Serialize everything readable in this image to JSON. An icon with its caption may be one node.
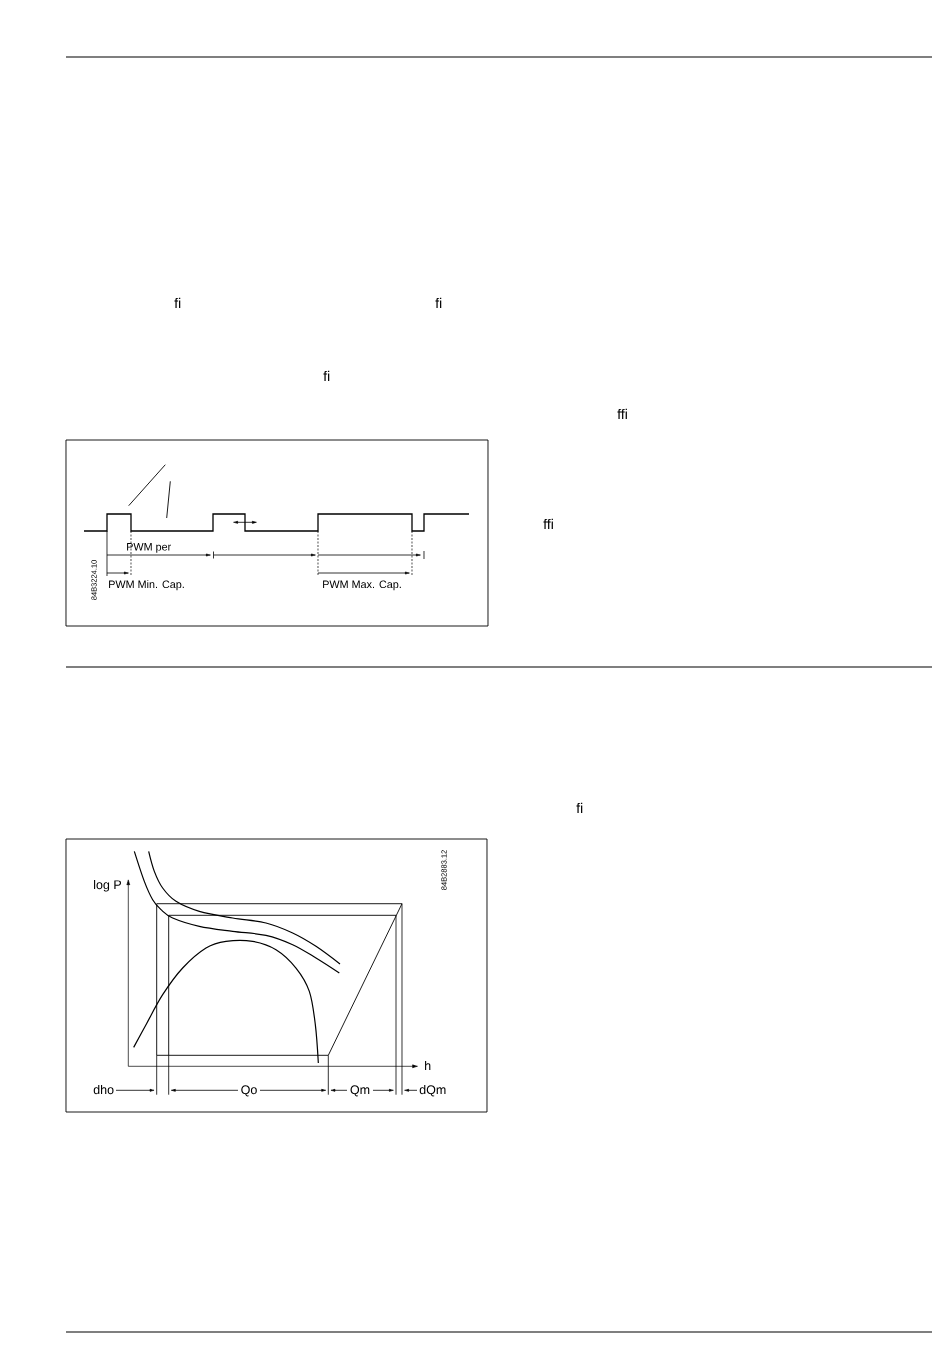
{
  "diagram": {
    "labels": [
      "fi",
      "fi",
      "fi",
      "ffi",
      "ffi",
      "PWM per",
      "PWM Min. Cap.",
      "PWM Max. Cap.",
      "84B3224.10",
      "fi",
      "84B2883.12",
      "log P",
      "h",
      "dho",
      "Qo",
      "Qm",
      "dQm"
    ]
  }
}
